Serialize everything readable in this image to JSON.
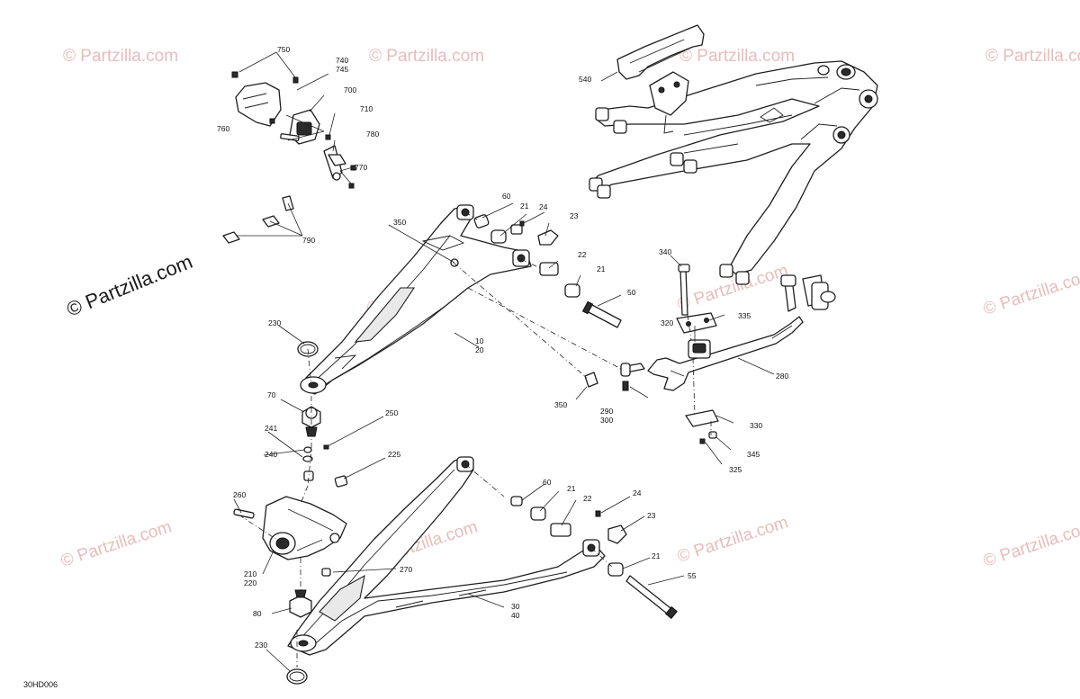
{
  "diagram": {
    "drawing_code": "30HD006",
    "watermark": "© Partzilla.com",
    "watermark_faint": "© Partzilla.com",
    "callouts": {
      "c750": "750",
      "c740": "740",
      "c745": "745",
      "c700": "700",
      "c710": "710",
      "c760": "760",
      "c780": "780",
      "c770": "770",
      "c790": "790",
      "c540": "540",
      "c350a": "350",
      "c60a": "60",
      "c21a": "21",
      "c24a": "24",
      "c23a": "23",
      "c22a": "22",
      "c21b": "21",
      "c50": "50",
      "c230a": "230",
      "c10": "10",
      "c20": "20",
      "c340": "340",
      "c335": "335",
      "c320": "320",
      "c280": "280",
      "c350b": "350",
      "c290": "290",
      "c300": "300",
      "c330": "330",
      "c345": "345",
      "c325": "325",
      "c70": "70",
      "c250": "250",
      "c241": "241",
      "c240": "240",
      "c225": "225",
      "c260": "260",
      "c60b": "60",
      "c21c": "21",
      "c22b": "22",
      "c24b": "24",
      "c23b": "23",
      "c21d": "21",
      "c55": "55",
      "c210": "210",
      "c220": "220",
      "c270": "270",
      "c30": "30",
      "c40": "40",
      "c80": "80",
      "c230b": "230"
    }
  }
}
